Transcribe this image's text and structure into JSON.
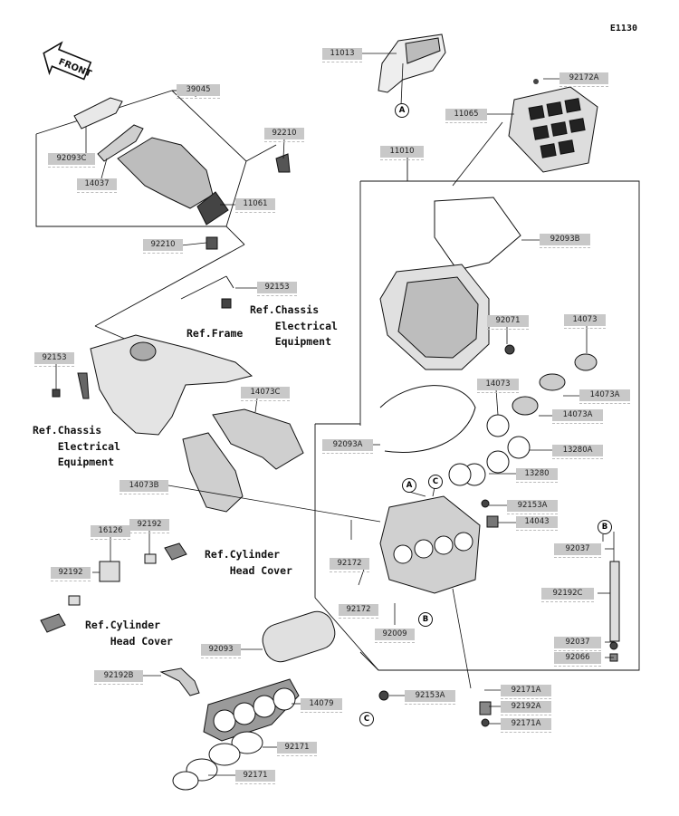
{
  "diagram_code": "E1130",
  "front_label": "FRONT",
  "parts": [
    {
      "id": "p-11013",
      "text": "11013"
    },
    {
      "id": "p-92172A",
      "text": "92172A"
    },
    {
      "id": "p-39045",
      "text": "39045"
    },
    {
      "id": "p-11065",
      "text": "11065"
    },
    {
      "id": "p-92210-top",
      "text": "92210"
    },
    {
      "id": "p-92093C",
      "text": "92093C"
    },
    {
      "id": "p-11010",
      "text": "11010"
    },
    {
      "id": "p-14037",
      "text": "14037"
    },
    {
      "id": "p-11061",
      "text": "11061"
    },
    {
      "id": "p-92093B",
      "text": "92093B"
    },
    {
      "id": "p-92210-bot",
      "text": "92210"
    },
    {
      "id": "p-92153-top",
      "text": "92153"
    },
    {
      "id": "p-14073-top",
      "text": "14073"
    },
    {
      "id": "p-92071",
      "text": "92071"
    },
    {
      "id": "p-92153-left",
      "text": "92153"
    },
    {
      "id": "p-14073-mid",
      "text": "14073"
    },
    {
      "id": "p-14073A-top",
      "text": "14073A"
    },
    {
      "id": "p-14073C",
      "text": "14073C"
    },
    {
      "id": "p-14073A-mid",
      "text": "14073A"
    },
    {
      "id": "p-92093A",
      "text": "92093A"
    },
    {
      "id": "p-13280A",
      "text": "13280A"
    },
    {
      "id": "p-13280",
      "text": "13280"
    },
    {
      "id": "p-14073B",
      "text": "14073B"
    },
    {
      "id": "p-92153A-top",
      "text": "92153A"
    },
    {
      "id": "p-14043",
      "text": "14043"
    },
    {
      "id": "p-16126",
      "text": "16126"
    },
    {
      "id": "p-92192-top",
      "text": "92192"
    },
    {
      "id": "p-92037-top",
      "text": "92037"
    },
    {
      "id": "p-92172-a",
      "text": "92172"
    },
    {
      "id": "p-92192-left",
      "text": "92192"
    },
    {
      "id": "p-92192C",
      "text": "92192C"
    },
    {
      "id": "p-92172-b",
      "text": "92172"
    },
    {
      "id": "p-92009",
      "text": "92009"
    },
    {
      "id": "p-92093",
      "text": "92093"
    },
    {
      "id": "p-92037-bot",
      "text": "92037"
    },
    {
      "id": "p-92066",
      "text": "92066"
    },
    {
      "id": "p-92192B",
      "text": "92192B"
    },
    {
      "id": "p-92171A-top",
      "text": "92171A"
    },
    {
      "id": "p-92153A-bot",
      "text": "92153A"
    },
    {
      "id": "p-14079",
      "text": "14079"
    },
    {
      "id": "p-92192A",
      "text": "92192A"
    },
    {
      "id": "p-92171A-bot",
      "text": "92171A"
    },
    {
      "id": "p-92171-top",
      "text": "92171"
    },
    {
      "id": "p-92171-bot",
      "text": "92171"
    }
  ],
  "refs": {
    "chassis_top": "Ref.Chassis\n    Electrical\n    Equipment",
    "frame": "Ref.Frame",
    "chassis_left": "Ref.Chassis\n    Electrical\n    Equipment",
    "cyl_top": "Ref.Cylinder\n    Head Cover",
    "cyl_bot": "Ref.Cylinder\n    Head Cover"
  },
  "callouts": {
    "a_top": "A",
    "a_mid": "A",
    "c_mid": "C",
    "b_mid": "B",
    "b_right": "B",
    "c_bot": "C"
  }
}
